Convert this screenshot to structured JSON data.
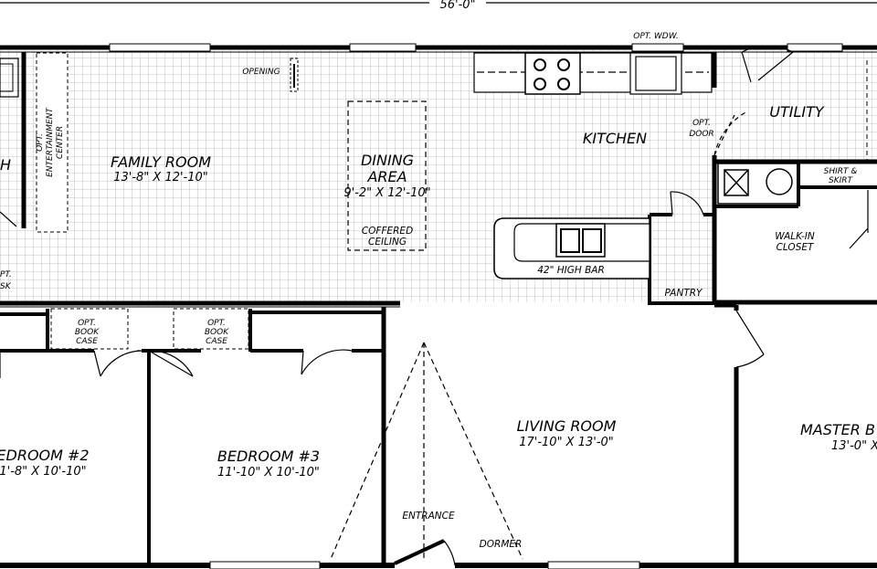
{
  "overall_dimension": "56'-0\"",
  "rooms": {
    "family_room": {
      "name": "FAMILY ROOM",
      "dims": "13'-8\" X 12'-10\""
    },
    "dining_area": {
      "name_line1": "DINING",
      "name_line2": "AREA",
      "dims": "9'-2\" X 12'-10\""
    },
    "kitchen": {
      "name": "KITCHEN"
    },
    "utility": {
      "name": "UTILITY"
    },
    "walk_in_closet": {
      "line1": "WALK-IN",
      "line2": "CLOSET"
    },
    "pantry": {
      "name": "PANTRY"
    },
    "living_room": {
      "name": "LIVING ROOM",
      "dims": "17'-10\" X 13'-0\""
    },
    "bedroom_2": {
      "name": "EDROOM #2",
      "dims": "1'-8\" X 10'-10\""
    },
    "bedroom_3": {
      "name": "BEDROOM #3",
      "dims": "11'-10\" X 10'-10\""
    },
    "master_bedroom": {
      "name": "MASTER B",
      "dims": "13'-0\" X"
    }
  },
  "notes": {
    "opening": "OPENING",
    "opt_window": "OPT. WDW.",
    "opt_door_line1": "OPT.",
    "opt_door_line2": "DOOR",
    "entertainment_line1": "OPT.",
    "entertainment_line2": "ENTERTAINMENT",
    "entertainment_line3": "CENTER",
    "coffered_line1": "COFFERED",
    "coffered_line2": "CEILING",
    "high_bar": "42\" HIGH BAR",
    "shirt_skirt_line1": "SHIRT &",
    "shirt_skirt_line2": "SKIRT",
    "bookcase_line1": "OPT.",
    "bookcase_line2": "BOOK",
    "bookcase_line3": "CASE",
    "entrance": "ENTRANCE",
    "dormer": "DORMER",
    "edge_h": "H",
    "edge_pt": "PT.",
    "edge_sk": "SK"
  }
}
